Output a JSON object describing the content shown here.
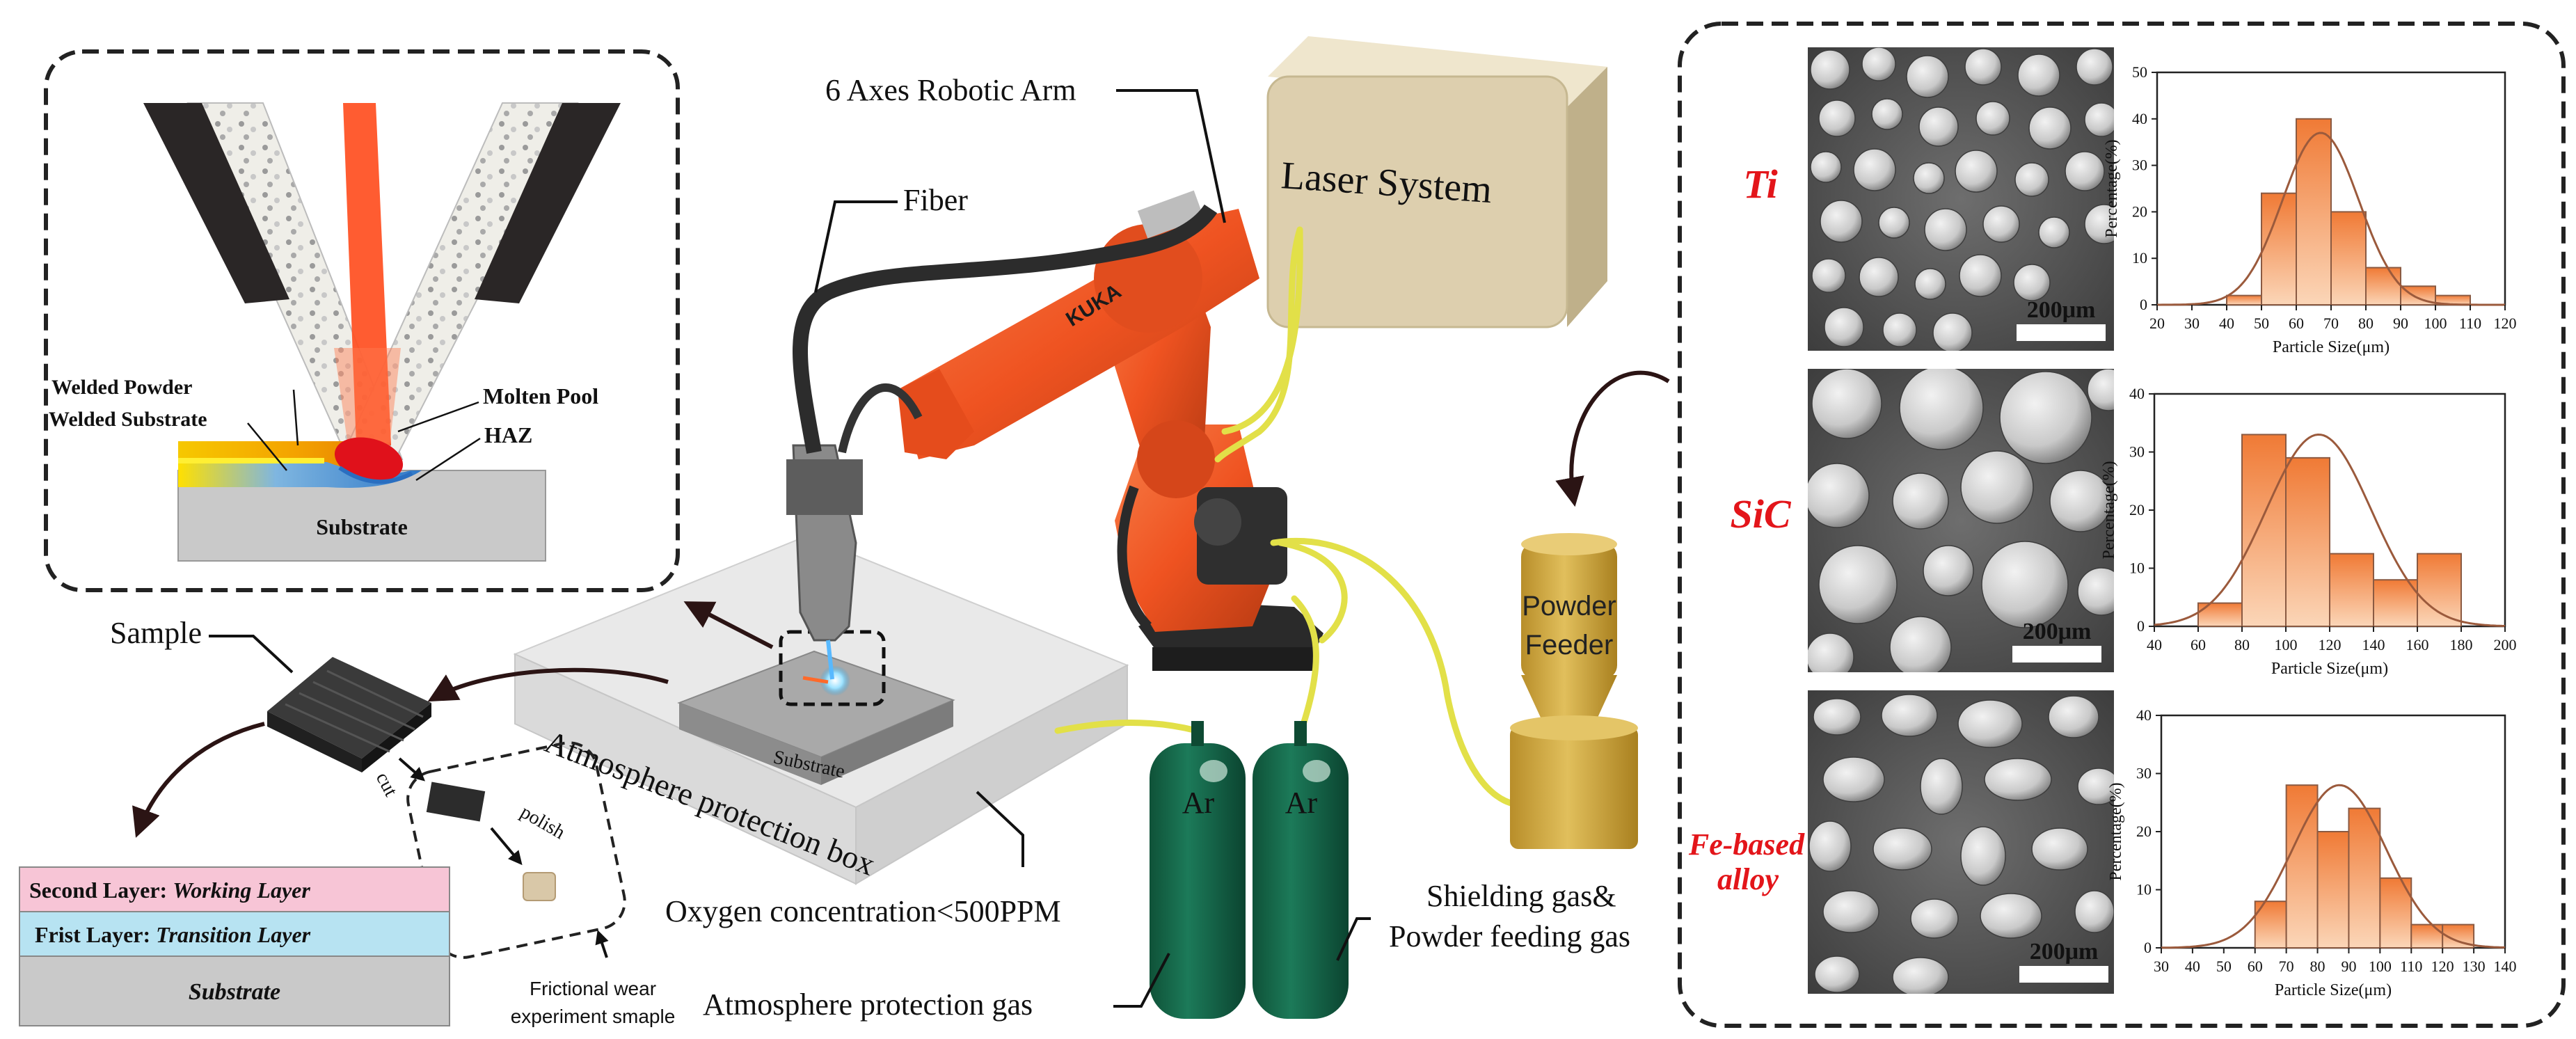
{
  "labels": {
    "robot_arm": "6 Axes Robotic Arm",
    "fiber": "Fiber",
    "laser_system": "Laser System",
    "powder_feeder_line1": "Powder",
    "powder_feeder_line2": "Feeder",
    "box": "Atmosphere protection box",
    "oxygen": "Oxygen concentration<500PPM",
    "atm_gas": "Atmosphere protection gas",
    "shield_line1": "Shielding gas&",
    "shield_line2": "Powder feeding gas",
    "argon": "Ar",
    "substrate_plate": "Substrate",
    "sample": "Sample",
    "cut": "cut",
    "polish": "polish",
    "wear_line1": "Frictional wear",
    "wear_line2": "experiment smaple",
    "robot_brand": "KUKA"
  },
  "inset": {
    "welded_powder": "Welded Powder",
    "welded_substrate": "Welded Substrate",
    "molten_pool": "Molten Pool",
    "haz": "HAZ",
    "substrate": "Substrate"
  },
  "layers": {
    "second_prefix": "Second Layer: ",
    "second_name": "Working Layer",
    "first_prefix": "Frist Layer: ",
    "first_name": "Transition Layer",
    "substrate": "Substrate"
  },
  "materials": [
    {
      "name": "Ti",
      "scale": "200μm"
    },
    {
      "name": "SiC",
      "scale": "200μm"
    },
    {
      "name_line1": "Fe-based",
      "name_line2": "alloy",
      "scale": "200μm"
    }
  ],
  "colors": {
    "robot": "#f05a28",
    "laser": "#ff4e20",
    "box_body": "#ddcfae",
    "argon": "#176d4f",
    "feeder": "#d3b04a",
    "hose": "#e2e048",
    "bar": "#f28c4a",
    "curve": "#9b5a3c",
    "label_red": "#e3151a"
  },
  "chart_data": [
    {
      "type": "bar",
      "title": "",
      "xlabel": "Particle Size(μm)",
      "ylabel": "Percentage(%)",
      "xlim": [
        20,
        120
      ],
      "ylim": [
        0,
        50
      ],
      "xticks": [
        20,
        30,
        40,
        50,
        60,
        70,
        80,
        90,
        100,
        110,
        120
      ],
      "yticks": [
        0,
        10,
        20,
        30,
        40,
        50
      ],
      "bins": [
        [
          40,
          50
        ],
        [
          50,
          60
        ],
        [
          60,
          70
        ],
        [
          70,
          80
        ],
        [
          80,
          90
        ],
        [
          90,
          100
        ],
        [
          100,
          110
        ]
      ],
      "values": [
        2,
        24,
        40,
        20,
        8,
        4,
        2
      ],
      "fit": {
        "type": "normal",
        "mean": 67,
        "peak": 37,
        "sd": 11
      }
    },
    {
      "type": "bar",
      "title": "",
      "xlabel": "Particle Size(μm)",
      "ylabel": "Percentage(%)",
      "xlim": [
        40,
        200
      ],
      "ylim": [
        0,
        40
      ],
      "xticks": [
        40,
        60,
        80,
        100,
        120,
        140,
        160,
        180,
        200
      ],
      "yticks": [
        0,
        10,
        20,
        30,
        40
      ],
      "bins": [
        [
          60,
          80
        ],
        [
          80,
          100
        ],
        [
          100,
          120
        ],
        [
          120,
          140
        ],
        [
          140,
          160
        ],
        [
          160,
          180
        ]
      ],
      "values": [
        4,
        33,
        29,
        12.5,
        8,
        12.5
      ],
      "fit": {
        "type": "normal",
        "mean": 115,
        "peak": 33,
        "sd": 24
      }
    },
    {
      "type": "bar",
      "title": "",
      "xlabel": "Particle Size(μm)",
      "ylabel": "Percentage(%)",
      "xlim": [
        30,
        140
      ],
      "ylim": [
        0,
        40
      ],
      "xticks": [
        30,
        40,
        50,
        60,
        70,
        80,
        90,
        100,
        110,
        120,
        130,
        140
      ],
      "yticks": [
        0,
        10,
        20,
        30,
        40
      ],
      "bins": [
        [
          60,
          70
        ],
        [
          70,
          80
        ],
        [
          80,
          90
        ],
        [
          90,
          100
        ],
        [
          100,
          110
        ],
        [
          110,
          120
        ],
        [
          120,
          130
        ]
      ],
      "values": [
        8,
        28,
        20,
        24,
        12,
        4,
        4
      ],
      "fit": {
        "type": "normal",
        "mean": 87,
        "peak": 28,
        "sd": 15
      }
    }
  ]
}
